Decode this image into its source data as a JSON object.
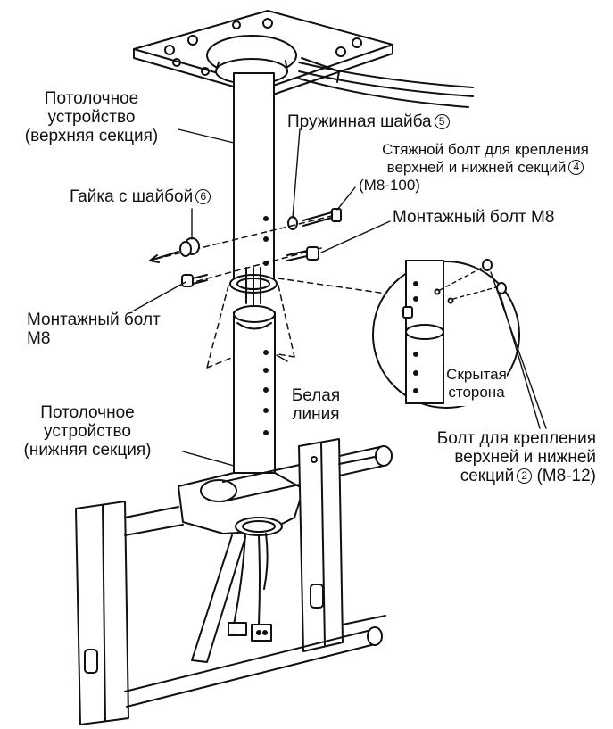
{
  "labels": {
    "upper_section": [
      "Потолочное",
      "устройство",
      "(верхняя секция)"
    ],
    "spring_washer": "Пружинная шайба",
    "spring_washer_num": "5",
    "tie_bolt_line1": "Стяжной болт для крепления",
    "tie_bolt_line2": "верхней и нижней секций",
    "tie_bolt_num": "4",
    "tie_bolt_line3": "(М8-100)",
    "nut_washer": "Гайка с шайбой",
    "nut_washer_num": "6",
    "mount_bolt_right": "Монтажный болт М8",
    "mount_bolt_left": [
      "Монтажный болт",
      "М8"
    ],
    "hidden_side": [
      "Скрытая",
      "сторона"
    ],
    "white_line": [
      "Белая",
      "линия"
    ],
    "lower_section": [
      "Потолочное",
      "устройство",
      "(нижняя секция)"
    ],
    "join_bolt_line1": "Болт для крепления",
    "join_bolt_line2": "верхней и нижней",
    "join_bolt_line3_pre": "секций",
    "join_bolt_num": "2",
    "join_bolt_line3_post": "(М8-12)"
  },
  "colors": {
    "ink": "#111111",
    "paper": "#ffffff",
    "shade": "#d9d9d9"
  }
}
